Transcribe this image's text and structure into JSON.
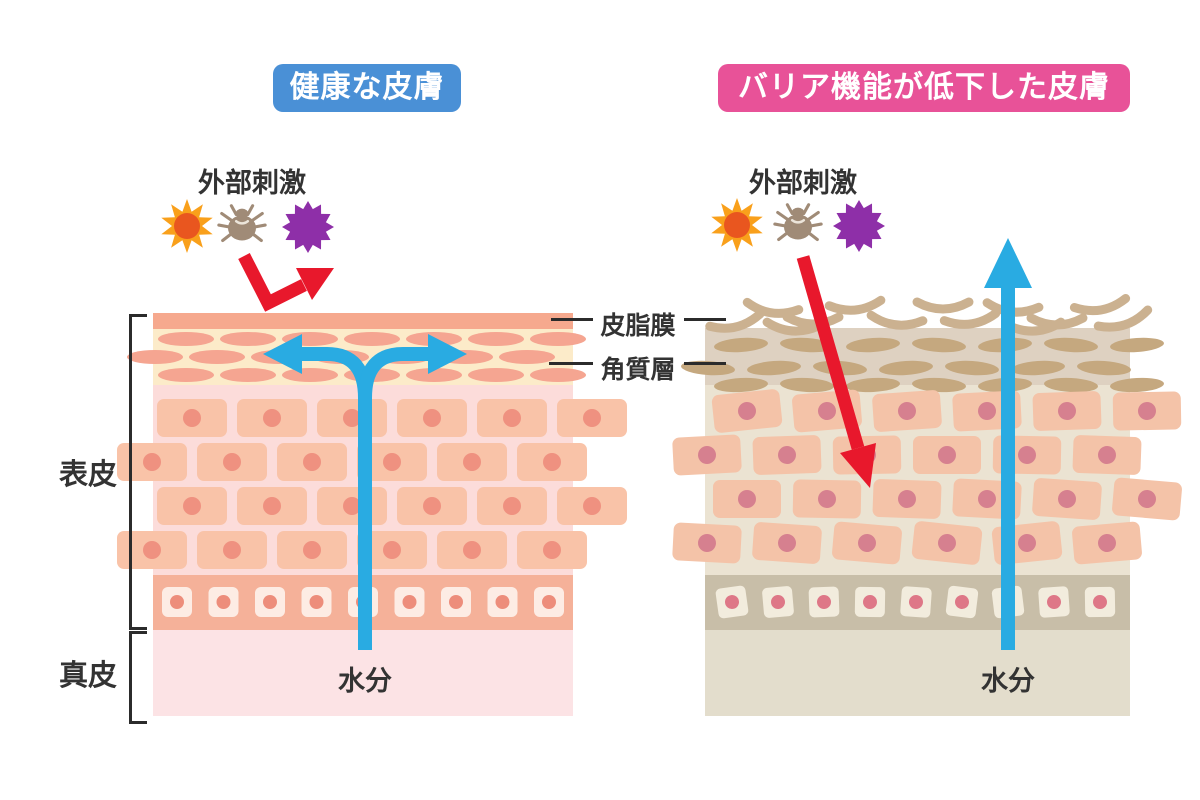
{
  "left_panel": {
    "title": "健康な皮膚",
    "title_bg_color": "#4a90d6",
    "external_stimuli_label": "外部刺激",
    "moisture_label": "水分",
    "epidermis_label": "表皮",
    "dermis_label": "真皮"
  },
  "right_panel": {
    "title": "バリア機能が低下した皮膚",
    "title_bg_color": "#e85298",
    "external_stimuli_label": "外部刺激",
    "moisture_label": "水分"
  },
  "layer_labels": {
    "sebum_film": "皮脂膜",
    "stratum_corneum": "角質層"
  },
  "stimuli_icons": [
    "sun-icon",
    "mite-icon",
    "virus-icon"
  ],
  "colors": {
    "moisture_arrow_blue": "#29abe2",
    "stimulus_arrow_red": "#e8182c",
    "label_text": "#333333",
    "bracket_line": "#2b2b2b",
    "sun_outer": "#f9a01b",
    "sun_inner": "#e9561f",
    "mite_brown": "#a08b77",
    "mite_highlight": "#ece5da",
    "virus_purple": "#8e2fa8"
  },
  "healthy_skin_layers": {
    "sebum_film": "#f6a98e",
    "corneum_bg": "#fcebc9",
    "corneum_cell": "#f5a591",
    "epidermis_bg": "#fcdcda",
    "cell_fill": "#f9c3a8",
    "cell_nucleus": "#ef9180",
    "basal_bg": "#f5b199",
    "basal_cell": "#fdece4",
    "basal_nucleus": "#ed8d7b",
    "dermis": "#fce3e5"
  },
  "damaged_skin_layers": {
    "flake": "#cbb190",
    "corneum_bg": "#ded1c1",
    "corneum_cell": "#c5a87f",
    "epidermis_bg": "#ebe3d2",
    "cell_fill": "#f4c3a8",
    "cell_nucleus": "#d6808f",
    "basal_bg": "#c8bea8",
    "basal_cell": "#f2ecdd",
    "basal_nucleus": "#de7787",
    "dermis": "#e3ddcc"
  }
}
